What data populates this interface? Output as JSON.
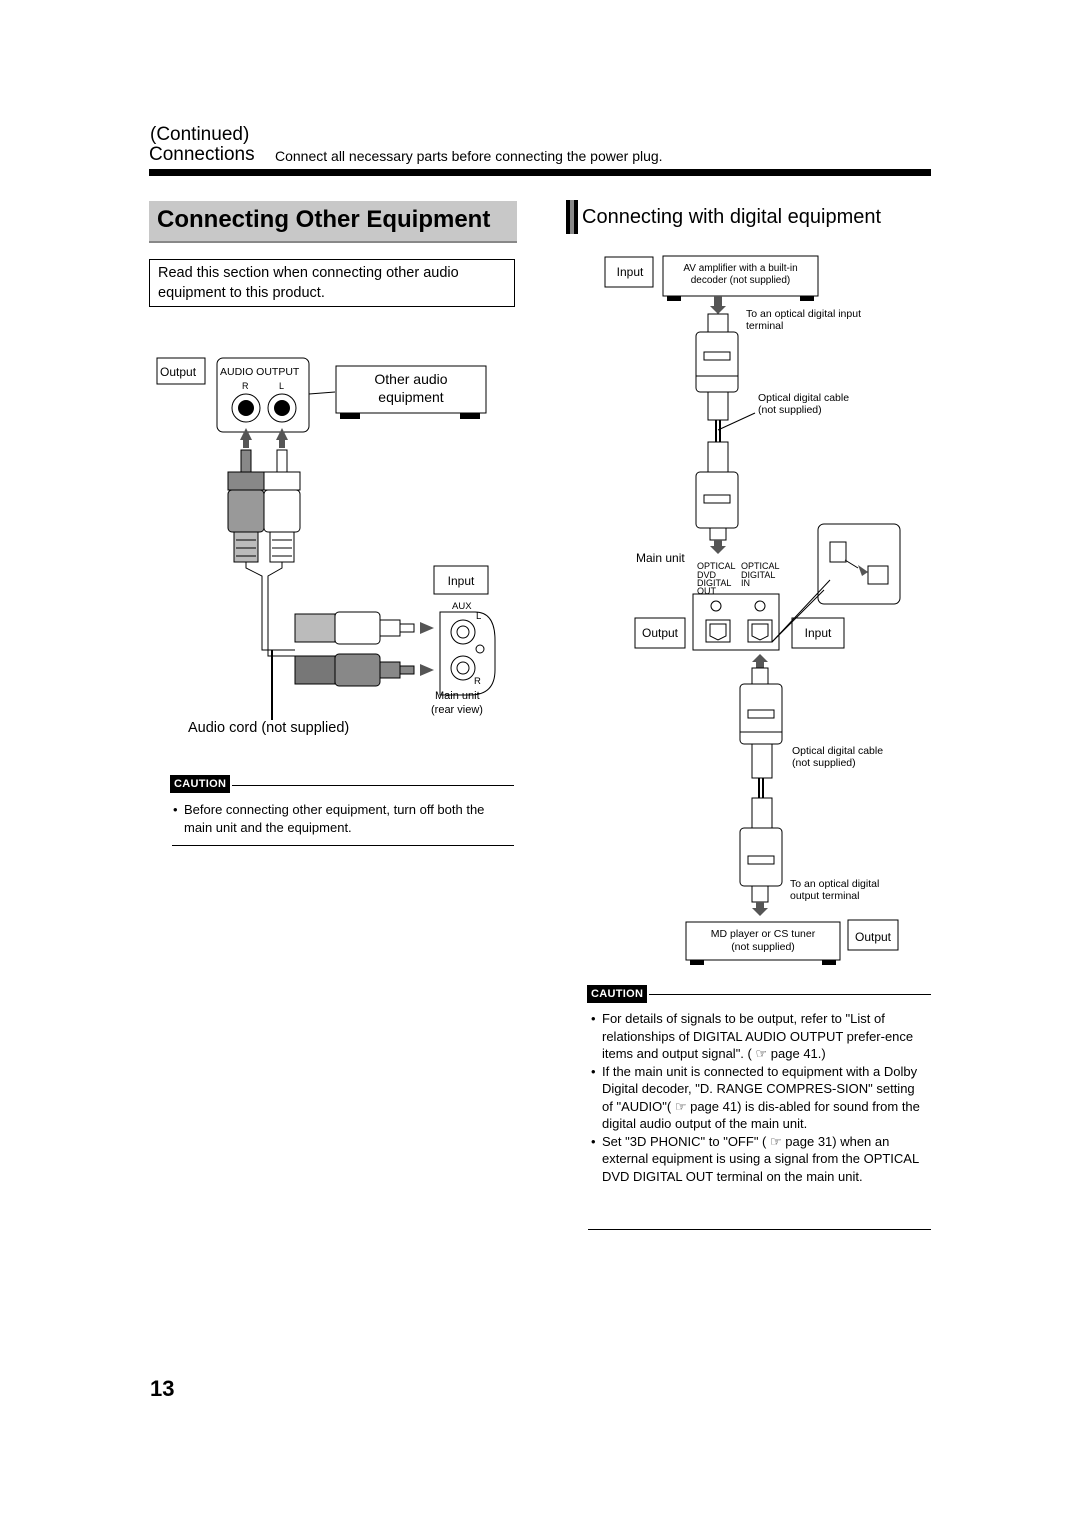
{
  "header": {
    "continued": "(Continued)",
    "section": "Connections",
    "subtitle": "Connect all necessary parts before connecting the power plug."
  },
  "left": {
    "title": "Connecting Other Equipment",
    "intro": "Read this section when connecting other audio equipment to this product.",
    "diagram": {
      "output_label": "Output",
      "audio_output": "AUDIO OUTPUT",
      "r": "R",
      "l": "L",
      "other_audio": "Other audio",
      "equipment": "equipment",
      "input_label": "Input",
      "aux": "AUX",
      "aux_l": "L",
      "aux_r": "R",
      "main_unit": "Main unit",
      "rear_view": "(rear view)",
      "cord": "Audio cord (not supplied)"
    },
    "caution": {
      "badge": "CAUTION",
      "items": [
        "Before connecting other equipment, turn off both the main unit and the equipment."
      ]
    }
  },
  "right": {
    "title": "Connecting with digital equipment",
    "diagram": {
      "input_top": "Input",
      "amp_line1": "AV amplifier with a built-in",
      "amp_line2": "decoder (not supplied)",
      "optical_input_1": "To an optical digital input",
      "optical_input_2": "terminal",
      "cable1_1": "Optical digital cable",
      "cable1_2": "(not supplied)",
      "main_unit": "Main unit",
      "optical_l1": "OPTICAL",
      "optical_l2": "DVD",
      "optical_l3": "DIGITAL",
      "optical_l4": "OUT",
      "optical_r1": "OPTICAL",
      "optical_r2": "DIGITAL",
      "optical_r3": "IN",
      "output_mid": "Output",
      "input_mid": "Input",
      "cable2_1": "Optical digital cable",
      "cable2_2": "(not supplied)",
      "optical_output_1": "To an optical digital",
      "optical_output_2": "output terminal",
      "md_line1": "MD player or CS tuner",
      "md_line2": "(not supplied)",
      "output_bottom": "Output"
    },
    "caution": {
      "badge": "CAUTION",
      "item1_a": "For details of signals to be output, refer to \"List of relationships of DIGITAL AUDIO OUTPUT prefer-ence items and output signal\". (",
      "item1_b": "page 41.)",
      "item2_a": "If the main unit is connected to equipment with a Dolby Digital decoder, \"D. RANGE COMPRES-SION\" setting of \"AUDIO\"(",
      "item2_b": "page 41) is dis-abled for sound from the digital audio output of the main unit.",
      "item3_a": "Set \"3D PHONIC\" to \"OFF\" (",
      "item3_b": "page 31) when an external equipment is using a signal from the OPTICAL DVD DIGITAL OUT terminal on the main unit."
    }
  },
  "page_number": "13"
}
